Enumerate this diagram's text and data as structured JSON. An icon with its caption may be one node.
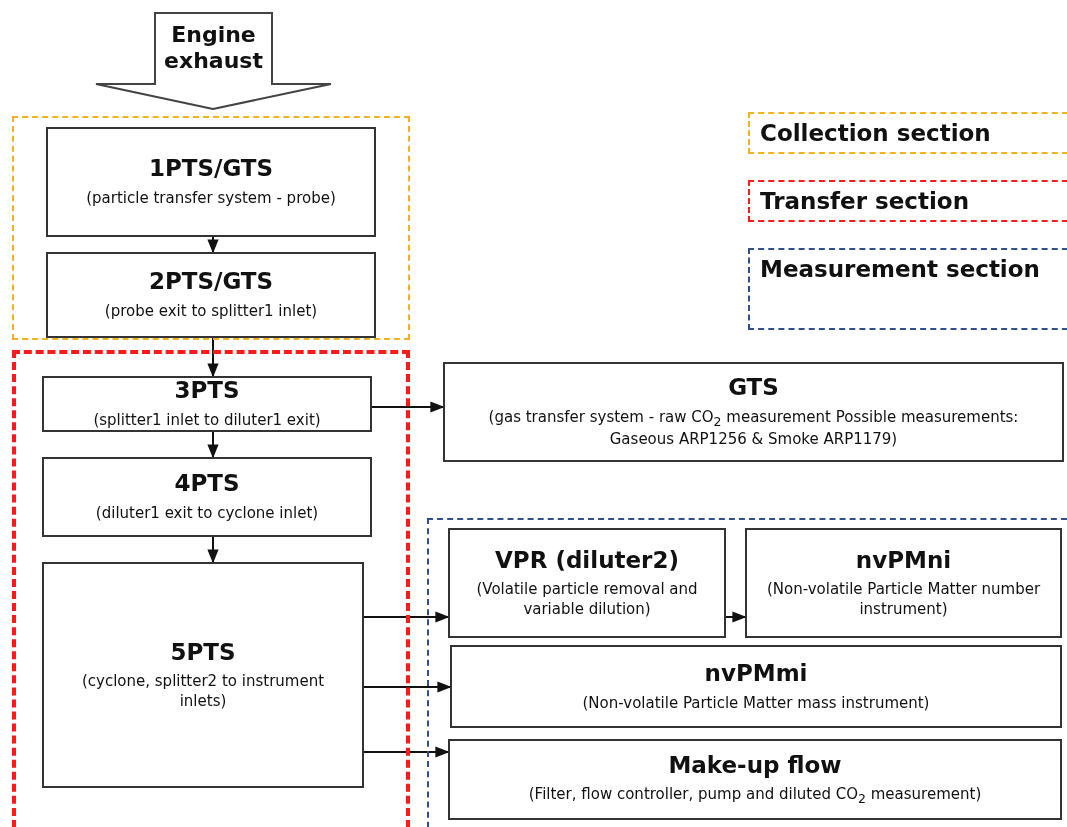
{
  "diagram": {
    "nodes": [
      {
        "text": [
          "Engine exhaust"
        ]
      },
      {
        "text": [],
        "shape": "box"
      },
      {
        "text": [
          "1PTS/GTS",
          "(particle transfer system - probe)"
        ],
        "in": 1
      },
      {
        "text": [
          "2PTS/GTS",
          "(probe exit to splitter1 inlet)"
        ],
        "in": 1
      },
      {
        "text": [],
        "shape": "box"
      },
      {
        "text": [
          "3PTS",
          "(splitter1 inlet to diluter1 exit)"
        ],
        "in": 4
      },
      {
        "text": [
          "GTS",
          "(gas transfer system - raw CO$_{2}$ measurement Possible measurements: Gaseous ARP1256 & Smoke ARP1179)"
        ]
      },
      {
        "text": [
          "4PTS",
          "(diluter1 exit to cyclone inlet)"
        ],
        "in": 4
      },
      {
        "text": [],
        "shape": "box"
      },
      {
        "text": [
          "VPR (diluter2)",
          "(Volatile particle removal and variable dilution)"
        ],
        "in": 8
      },
      {
        "text": [
          "nvPMni",
          "(Non-volatile Particle Matter number instrument)"
        ],
        "in": 8
      },
      {
        "text": [
          "5PTS",
          "(cyclone, splitter2 to instrument inlets)"
        ],
        "in": 4
      },
      {
        "text": [
          "nvPMmi",
          "(Non-volatile Particle Matter mass instrument)"
        ],
        "in": 8
      },
      {
        "text": [
          "Make-up flow",
          "(Filter, flow controller, pump and diluted CO$_{2}$ measurement)"
        ],
        "in": 8
      }
    ],
    "edges": [
      {
        "from": 2,
        "to": 3,
        "arrow": "to"
      },
      {
        "from": 3,
        "to": 5,
        "arrow": "to"
      },
      {
        "from": 5,
        "to": 6,
        "arrow": "to"
      },
      {
        "from": 5,
        "to": 7,
        "arrow": "to"
      },
      {
        "from": 7,
        "to": 11,
        "arrow": "to"
      },
      {
        "from": 11,
        "to": 9,
        "arrow": "to"
      },
      {
        "from": 9,
        "to": 10,
        "arrow": "to"
      },
      {
        "from": 11,
        "to": 12,
        "arrow": "to"
      },
      {
        "from": 11,
        "to": 13,
        "arrow": "to"
      }
    ],
    "legend": [
      {
        "text": "Collection section"
      },
      {
        "text": "Transfer section"
      },
      {
        "text": "Measurement section"
      }
    ]
  }
}
